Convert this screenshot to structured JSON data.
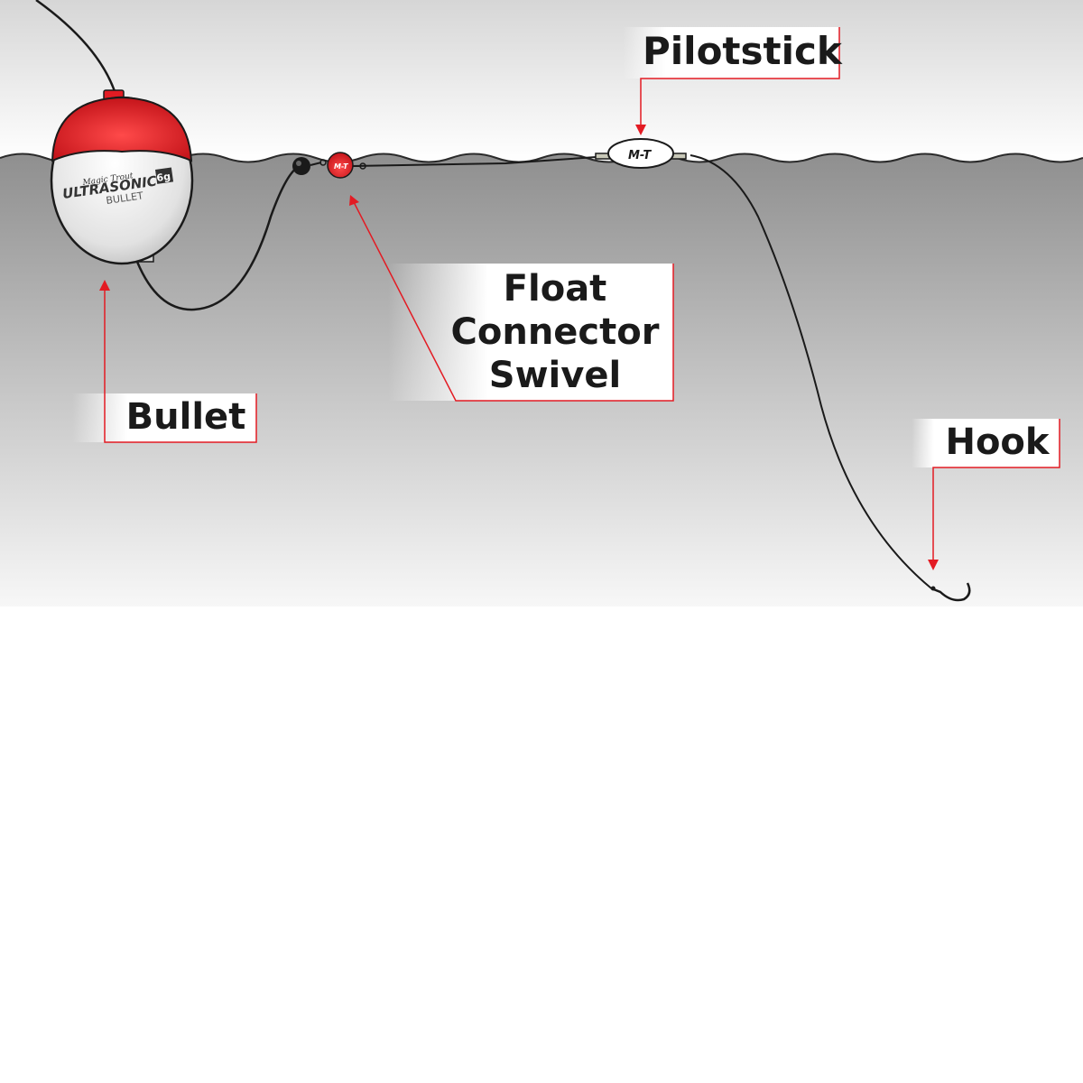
{
  "colors": {
    "accent": "#e31b23",
    "line": "#1a1a1a",
    "water_top": "#8c8c8c",
    "water_bottom": "#ffffff",
    "sky_top": "#d9d9d9",
    "float_red": "#e31b23"
  },
  "labels": {
    "pilotstick": "Pilotstick",
    "float_connector": [
      "Float",
      "Connector",
      "Swivel"
    ],
    "bullet": "Bullet",
    "hook": "Hook"
  },
  "float_text": {
    "brand": "Magic Trout",
    "model": "ULTRASONIC",
    "variant": "BULLET",
    "weight": "6g"
  },
  "logo_text": "M-T"
}
